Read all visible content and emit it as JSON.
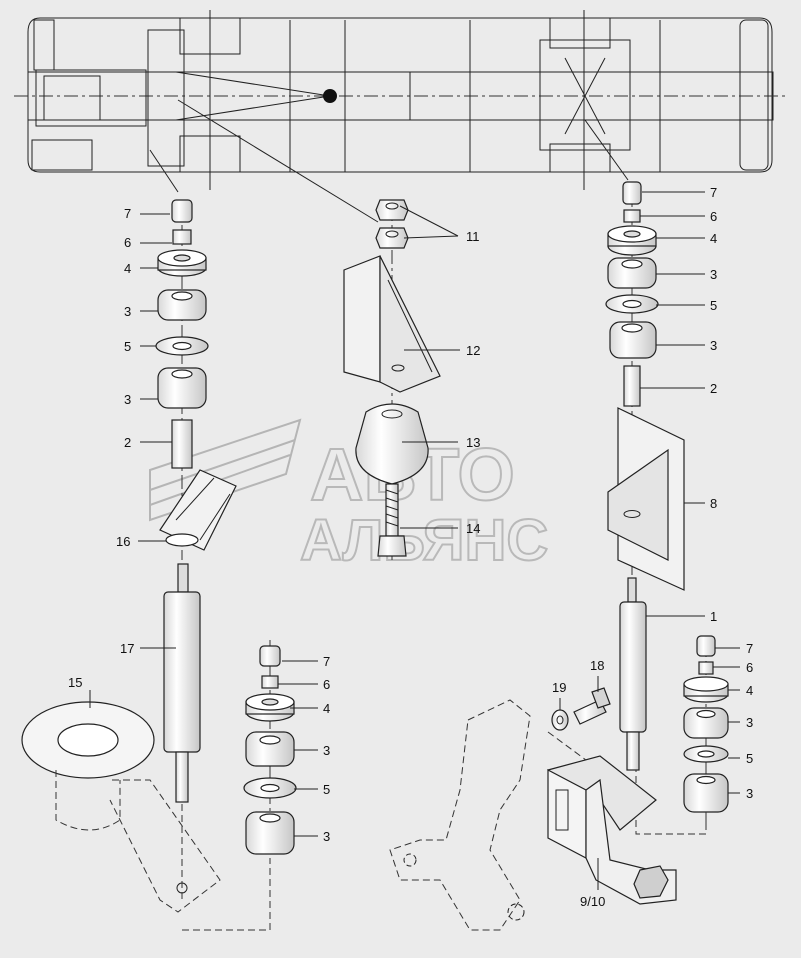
{
  "watermark": {
    "line1": "АВТО",
    "line2": "АЛЬЯНС"
  },
  "callouts": {
    "l7": "7",
    "l6": "6",
    "l4": "4",
    "l3a": "3",
    "l5": "5",
    "l3b": "3",
    "l2": "2",
    "l16": "16",
    "l17": "17",
    "l15": "15",
    "c11": "11",
    "c12": "12",
    "c13": "13",
    "c14": "14",
    "b7": "7",
    "b6": "6",
    "b4": "4",
    "b3a": "3",
    "b5": "5",
    "b3b": "3",
    "r7": "7",
    "r6": "6",
    "r4": "4",
    "r3a": "3",
    "r5": "5",
    "r3b": "3",
    "r2": "2",
    "r8": "8",
    "r1": "1",
    "br7": "7",
    "br6": "6",
    "br4": "4",
    "br3a": "3",
    "br5": "5",
    "br3b": "3",
    "p18": "18",
    "p19": "19",
    "p910": "9/10"
  },
  "colors": {
    "background": "#ebebeb",
    "line": "#222222",
    "part_fill": "#f7f7f7",
    "shade": "#cfcfcf",
    "watermark": "#b5b5b5"
  }
}
